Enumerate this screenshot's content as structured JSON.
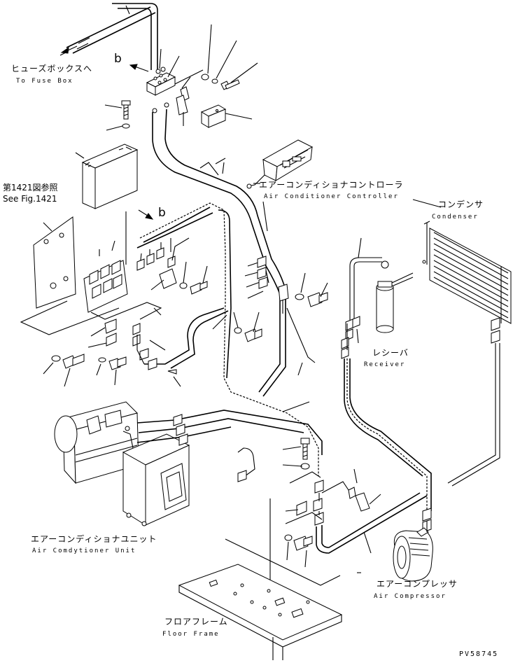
{
  "labels": {
    "fuse_box_jp": "ヒューズボックスへ",
    "fuse_box_en": "To Fuse Box",
    "ref_b_top": "b",
    "ref_b_mid": "b",
    "fig_ref_jp": "第1421図参照",
    "fig_ref_en": "See Fig.1421",
    "controller_jp": "エアーコンディショナコントローラ",
    "controller_en": "Air Conditioner Controller",
    "condenser_jp": "コンデンサ",
    "condenser_en": "Condenser",
    "receiver_jp": "レシーバ",
    "receiver_en": "Receiver",
    "ac_unit_jp": "エアーコンディショナユニット",
    "ac_unit_en": "Air Comdytioner Unit",
    "compressor_jp": "エアーコンプレッサ",
    "compressor_en": "Air Compressor",
    "floor_jp": "フロアフレーム",
    "floor_en": "Floor Frame",
    "drawing_no": "PV58745"
  }
}
